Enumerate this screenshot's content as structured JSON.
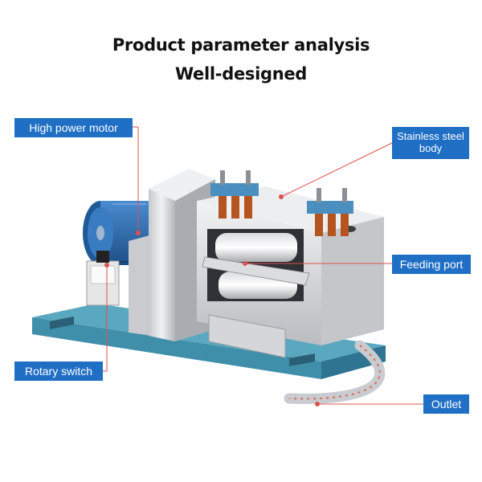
{
  "title": {
    "line1": "Product parameter analysis",
    "line2": "Well-designed"
  },
  "callouts": {
    "motor": "High power motor",
    "body": "Stainless steel\nbody",
    "feeding": "Feeding port",
    "switch": "Rotary switch",
    "outlet": "Outlet"
  },
  "colors": {
    "label_bg": "#1f6fc4",
    "leader": "#e05050",
    "frame": "#3f8faa",
    "motor": "#2f6fb0",
    "steel": "#d8dadc",
    "spring": "#b5541f"
  }
}
